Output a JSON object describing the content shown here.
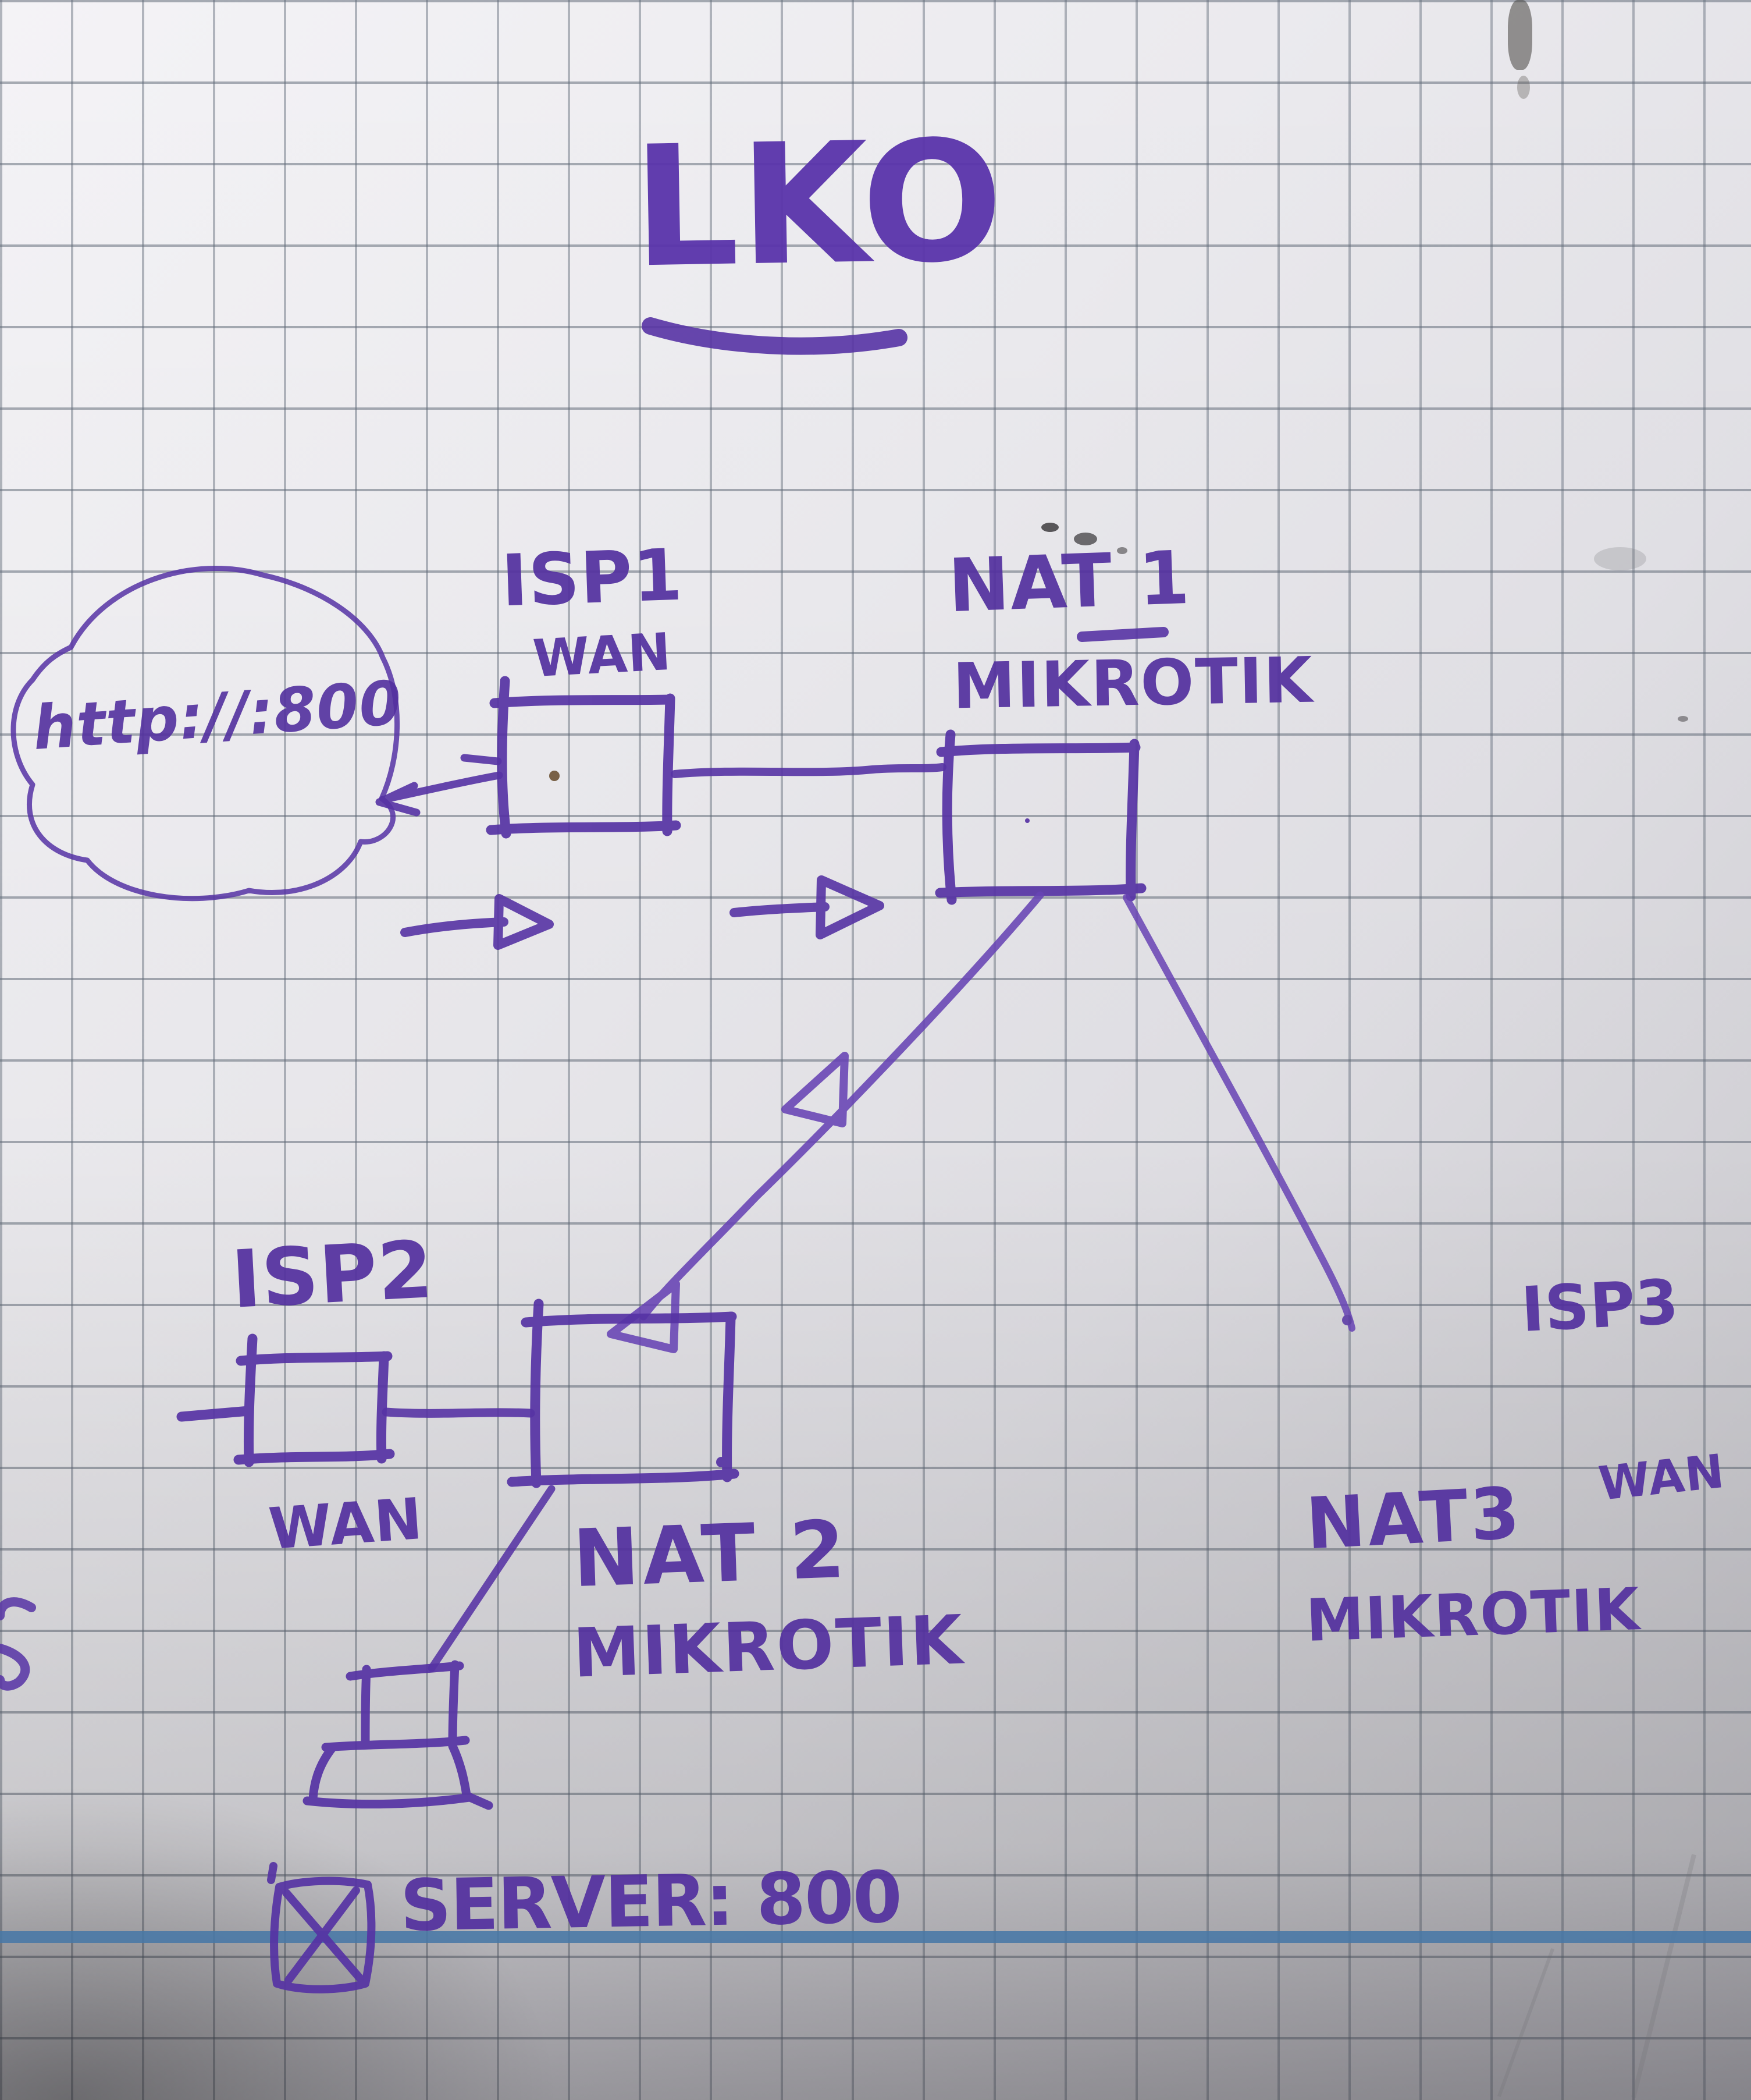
{
  "header": {
    "title": "LKO"
  },
  "cloud": {
    "label": "http://:800"
  },
  "nodes": {
    "isp1": {
      "name": "ISP1",
      "type": "WAN"
    },
    "nat1": {
      "name": "NAT 1",
      "device": "MIKROTIK"
    },
    "isp2": {
      "name": "ISP2",
      "type": "WAN"
    },
    "nat2": {
      "name": "NAT 2",
      "device": "MIKROTIK"
    },
    "isp3": {
      "name": "ISP3",
      "type": "WAN"
    },
    "nat3": {
      "name": "NAT3",
      "device": "MIKROTIK"
    }
  },
  "server": {
    "label": "SERVER: 800",
    "checkbox_mark": "X"
  },
  "connections": [
    {
      "from": "cloud http://:800",
      "to": "ISP1 WAN"
    },
    {
      "from": "ISP1 WAN",
      "to": "NAT 1 MIKROTIK",
      "note": "two right flow arrows drawn below link"
    },
    {
      "from": "NAT 1 MIKROTIK",
      "to": "NAT 2 MIKROTIK",
      "note": "two arrowheads pointing toward NAT 2"
    },
    {
      "from": "NAT 1 MIKROTIK",
      "to": "NAT 3 MIKROTIK"
    },
    {
      "from": "ISP2 WAN",
      "to": "NAT 2 MIKROTIK"
    },
    {
      "from": "NAT 3 MIKROTIK",
      "to": "ISP3 WAN"
    },
    {
      "from": "NAT 2 MIKROTIK",
      "to": "SERVER: 800 monitor"
    }
  ],
  "colors": {
    "ink_purple": "#5633a4",
    "margin_line_blue": "#4878a6",
    "paper": "#e9e8ec",
    "grid_line": "#5f6a78"
  }
}
